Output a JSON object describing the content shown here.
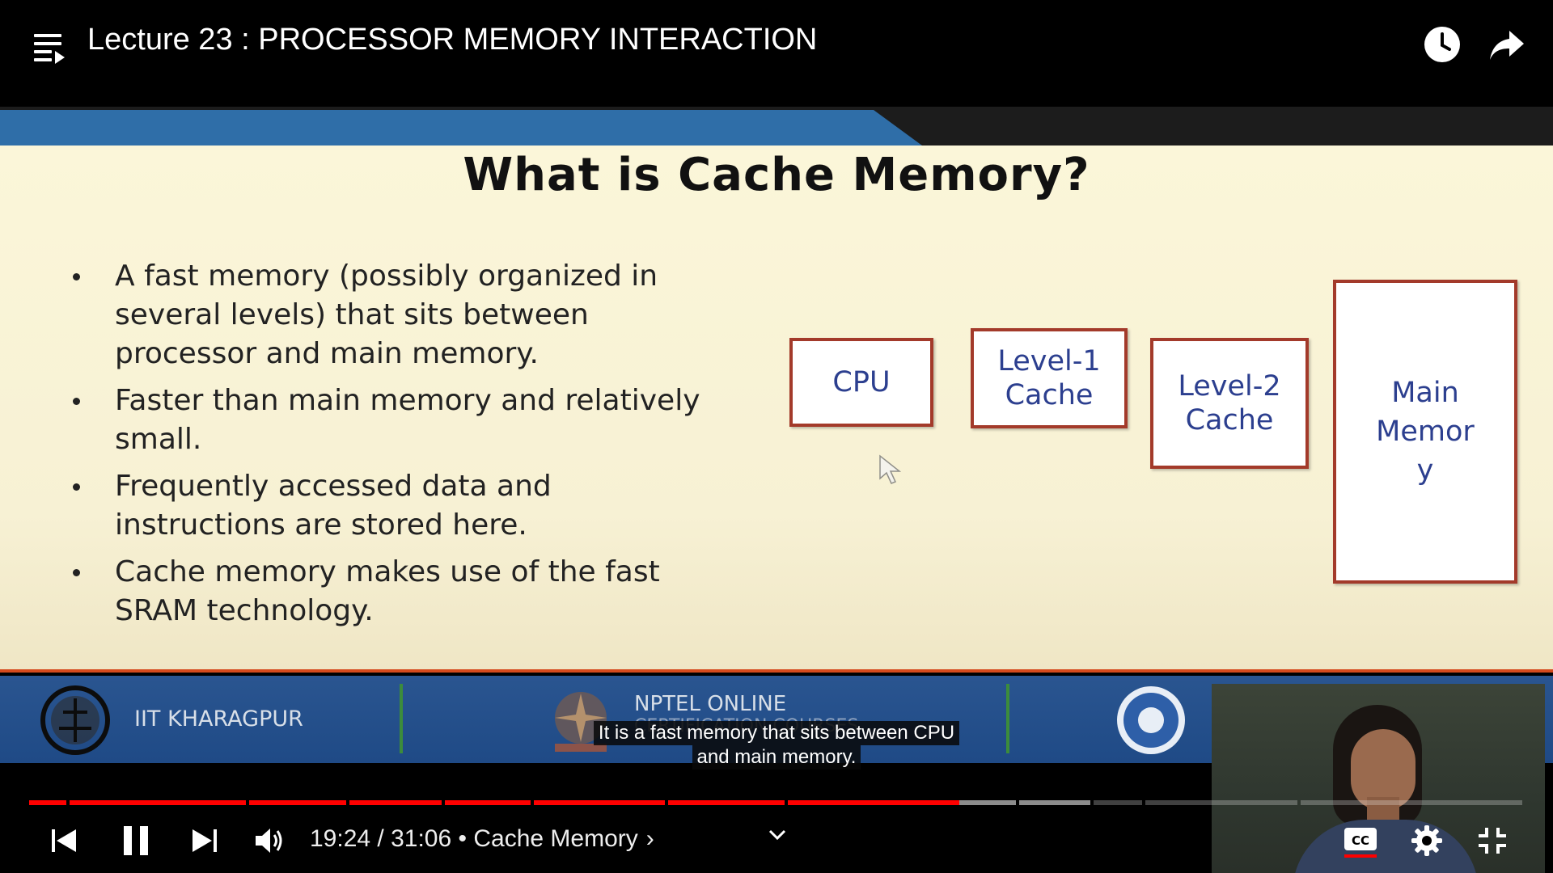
{
  "player": {
    "title": "Lecture 23 : PROCESSOR MEMORY INTERACTION",
    "icons": {
      "playlist": "playlist-icon",
      "watch_later": "clock-icon",
      "share": "share-arrow-icon"
    }
  },
  "slide": {
    "heading": "What is Cache Memory?",
    "bullets": [
      "A fast memory (possibly organized in several levels) that sits between processor and main memory.",
      "Faster than main memory and relatively small.",
      "Frequently accessed data and instructions are stored here.",
      "Cache memory makes use of the fast SRAM technology."
    ],
    "boxes": {
      "cpu": "CPU",
      "level1_line1": "Level-1",
      "level1_line2": "Cache",
      "level2_line1": "Level-2",
      "level2_line2": "Cache",
      "main_line1": "Main",
      "main_line2": "Memor",
      "main_line3": "y"
    },
    "footer": {
      "iit": "IIT KHARAGPUR",
      "nptel": "NPTEL ONLINE",
      "nptel_sub": "CERTIFICATION COURSES"
    },
    "colors": {
      "box_border": "#a33a2a",
      "box_text": "#2c3f8f",
      "footer_bg": "#1f4a86",
      "top_band": "#2f6ea8"
    }
  },
  "captions": {
    "line1": "It is a fast memory that sits between CPU",
    "line2": "and main memory."
  },
  "controls": {
    "current_time": "19:24",
    "separator": " / ",
    "duration": "31:06",
    "chapter_sep": " • ",
    "chapter": "Cache Memory",
    "chapter_chevron": "›",
    "played_fraction": 0.624,
    "colors": {
      "progress_played": "#ff0000",
      "cc_underline": "#ff0000"
    },
    "icons": {
      "previous": "skip-previous-icon",
      "pause": "pause-icon",
      "next": "skip-next-icon",
      "volume": "volume-icon",
      "chapters": "chevron-down-icon",
      "subtitles": "cc-icon",
      "settings": "gear-icon",
      "exit_fullscreen": "exit-fullscreen-icon"
    }
  }
}
